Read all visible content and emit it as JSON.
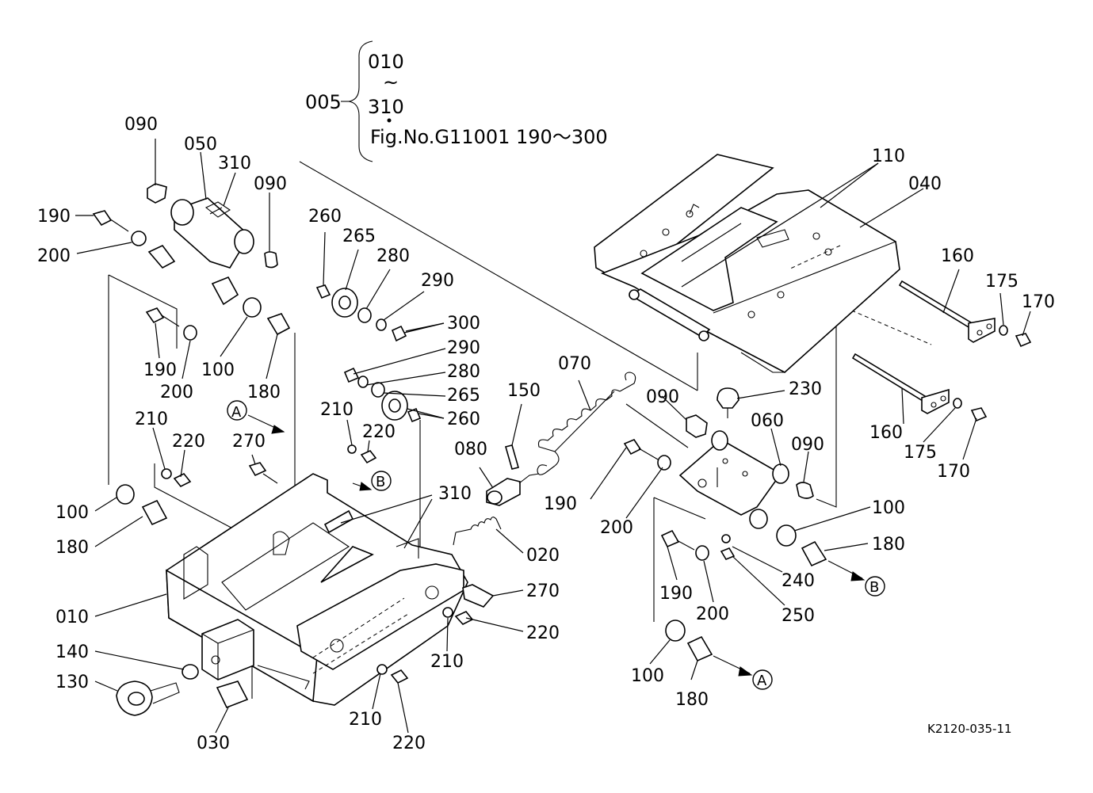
{
  "header": {
    "assembly": "005",
    "range_start": "010",
    "range_sep": "~",
    "range_end": "310",
    "figure_ref": "Fig.No.G11001  190～300"
  },
  "drawing_code": "K2120-035-11",
  "markers": {
    "a": "A",
    "b": "B"
  },
  "labels": {
    "p090_top": "090",
    "p050": "050",
    "p310_top": "310",
    "p090_b": "090",
    "p190_top": "190",
    "p200_top": "200",
    "p260_top": "260",
    "p265_top": "265",
    "p280_top": "280",
    "p290_top": "290",
    "p300": "300",
    "p290_mid": "290",
    "p280_mid": "280",
    "p265_mid": "265",
    "p260_mid": "260",
    "p190_mid": "190",
    "p200_mid": "200",
    "p100_mid": "100",
    "p180_mid": "180",
    "p210_left": "210",
    "p220_left": "220",
    "p270_left": "270",
    "p210_c": "210",
    "p220_c": "220",
    "p100_left": "100",
    "p180_left": "180",
    "p310_c": "310",
    "p150": "150",
    "p080": "080",
    "p070": "070",
    "p020": "020",
    "p270_c": "270",
    "p220_c2": "220",
    "p210_c2": "210",
    "p010": "010",
    "p140": "140",
    "p130": "130",
    "p030": "030",
    "p210_b": "210",
    "p220_b": "220",
    "p110": "110",
    "p040": "040",
    "p160_top": "160",
    "p175_top": "175",
    "p170_top": "170",
    "p160_b": "160",
    "p175_b": "175",
    "p170_b": "170",
    "p230": "230",
    "p090_r": "090",
    "p060": "060",
    "p090_r2": "090",
    "p190_r": "190",
    "p200_r": "200",
    "p100_r": "100",
    "p180_r": "180",
    "p240": "240",
    "p250": "250",
    "p190_r2": "190",
    "p200_r2": "200",
    "p100_r2": "100",
    "p180_r2": "180"
  }
}
